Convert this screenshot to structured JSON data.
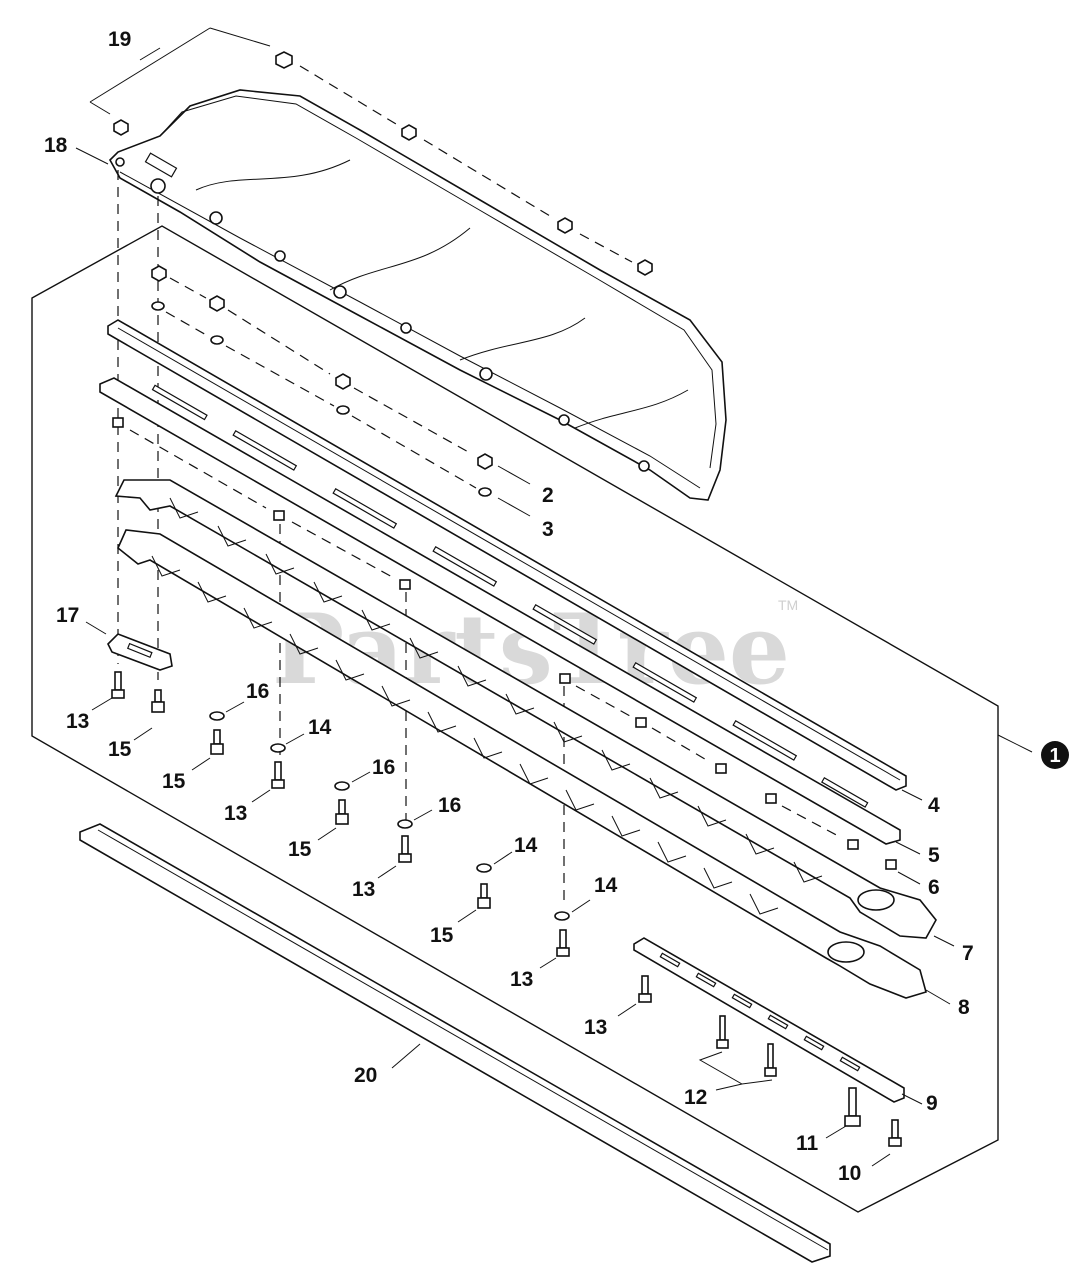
{
  "watermark": {
    "text": "PartsTree",
    "trademark": "TM"
  },
  "assembly_callout": "1",
  "labels": [
    {
      "id": "l19",
      "text": "19"
    },
    {
      "id": "l18",
      "text": "18"
    },
    {
      "id": "l2",
      "text": "2"
    },
    {
      "id": "l3",
      "text": "3"
    },
    {
      "id": "l17",
      "text": "17"
    },
    {
      "id": "l16a",
      "text": "16"
    },
    {
      "id": "l13a",
      "text": "13"
    },
    {
      "id": "l15a",
      "text": "15"
    },
    {
      "id": "l14a",
      "text": "14"
    },
    {
      "id": "l15b",
      "text": "15"
    },
    {
      "id": "l13b",
      "text": "13"
    },
    {
      "id": "l16b",
      "text": "16"
    },
    {
      "id": "l15c",
      "text": "15"
    },
    {
      "id": "l16c",
      "text": "16"
    },
    {
      "id": "l13c",
      "text": "13"
    },
    {
      "id": "l14b",
      "text": "14"
    },
    {
      "id": "l15d",
      "text": "15"
    },
    {
      "id": "l14c",
      "text": "14"
    },
    {
      "id": "l13d",
      "text": "13"
    },
    {
      "id": "l13e",
      "text": "13"
    },
    {
      "id": "l4",
      "text": "4"
    },
    {
      "id": "l5",
      "text": "5"
    },
    {
      "id": "l6",
      "text": "6"
    },
    {
      "id": "l7",
      "text": "7"
    },
    {
      "id": "l8",
      "text": "8"
    },
    {
      "id": "l9",
      "text": "9"
    },
    {
      "id": "l12",
      "text": "12"
    },
    {
      "id": "l11",
      "text": "11"
    },
    {
      "id": "l10",
      "text": "10"
    },
    {
      "id": "l20",
      "text": "20"
    }
  ]
}
